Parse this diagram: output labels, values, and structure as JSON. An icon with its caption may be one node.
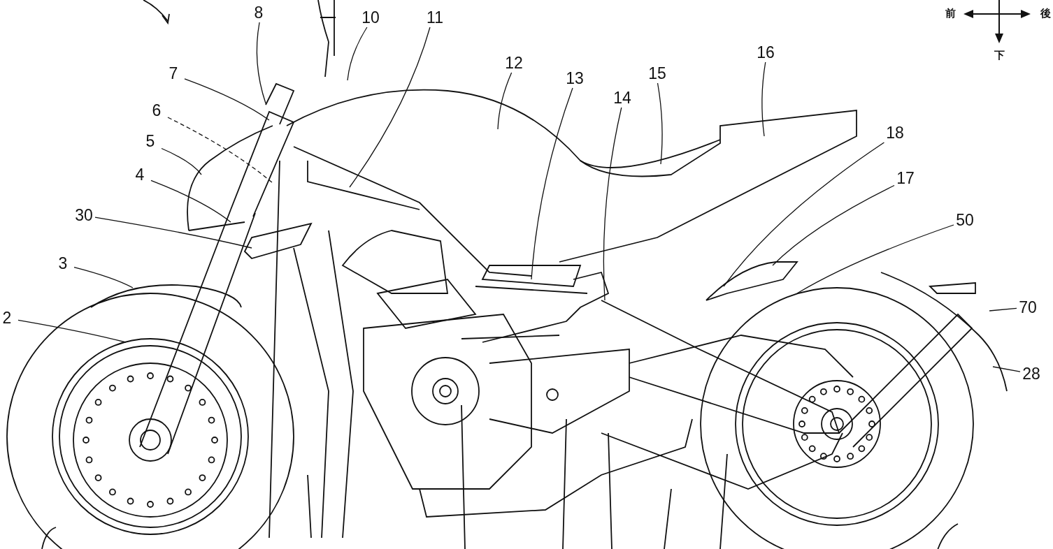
{
  "diagram": {
    "nodes": [
      {
        "text": [
          "8"
        ]
      },
      {
        "text": [
          "10"
        ]
      },
      {
        "text": [
          "11"
        ]
      },
      {
        "text": [
          "12"
        ]
      },
      {
        "text": [
          "13"
        ]
      },
      {
        "text": [
          "14"
        ]
      },
      {
        "text": [
          "15"
        ]
      },
      {
        "text": [
          "16"
        ]
      },
      {
        "text": [
          "7"
        ]
      },
      {
        "text": [
          "6"
        ]
      },
      {
        "text": [
          "5"
        ]
      },
      {
        "text": [
          "4"
        ]
      },
      {
        "text": [
          "30"
        ]
      },
      {
        "text": [
          "3"
        ]
      },
      {
        "text": [
          "2"
        ]
      },
      {
        "text": [
          "18"
        ]
      },
      {
        "text": [
          "17"
        ]
      },
      {
        "text": [
          "50"
        ]
      },
      {
        "text": [
          "70"
        ]
      },
      {
        "text": [
          "28"
        ]
      }
    ],
    "edges": [
      {
        "from": 0,
        "to": null,
        "arrow": "none"
      },
      {
        "from": 1,
        "to": null,
        "arrow": "none"
      },
      {
        "from": 2,
        "to": null,
        "arrow": "none"
      },
      {
        "from": 3,
        "to": null,
        "arrow": "none"
      },
      {
        "from": 4,
        "to": null,
        "arrow": "none"
      },
      {
        "from": 5,
        "to": null,
        "arrow": "none"
      },
      {
        "from": 6,
        "to": null,
        "arrow": "none"
      },
      {
        "from": 7,
        "to": null,
        "arrow": "none"
      },
      {
        "from": 8,
        "to": null,
        "arrow": "none"
      },
      {
        "from": 9,
        "to": null,
        "arrow": "none",
        "style": "dashed"
      },
      {
        "from": 10,
        "to": null,
        "arrow": "none"
      },
      {
        "from": 11,
        "to": null,
        "arrow": "none"
      },
      {
        "from": 12,
        "to": null,
        "arrow": "none"
      },
      {
        "from": 13,
        "to": null,
        "arrow": "none"
      },
      {
        "from": 14,
        "to": null,
        "arrow": "none"
      },
      {
        "from": 15,
        "to": null,
        "arrow": "none"
      },
      {
        "from": 16,
        "to": null,
        "arrow": "none"
      },
      {
        "from": 17,
        "to": null,
        "arrow": "none"
      },
      {
        "from": 18,
        "to": null,
        "arrow": "none"
      },
      {
        "from": 19,
        "to": null,
        "arrow": "none"
      }
    ],
    "labels": [
      "前",
      "後",
      "下"
    ]
  }
}
